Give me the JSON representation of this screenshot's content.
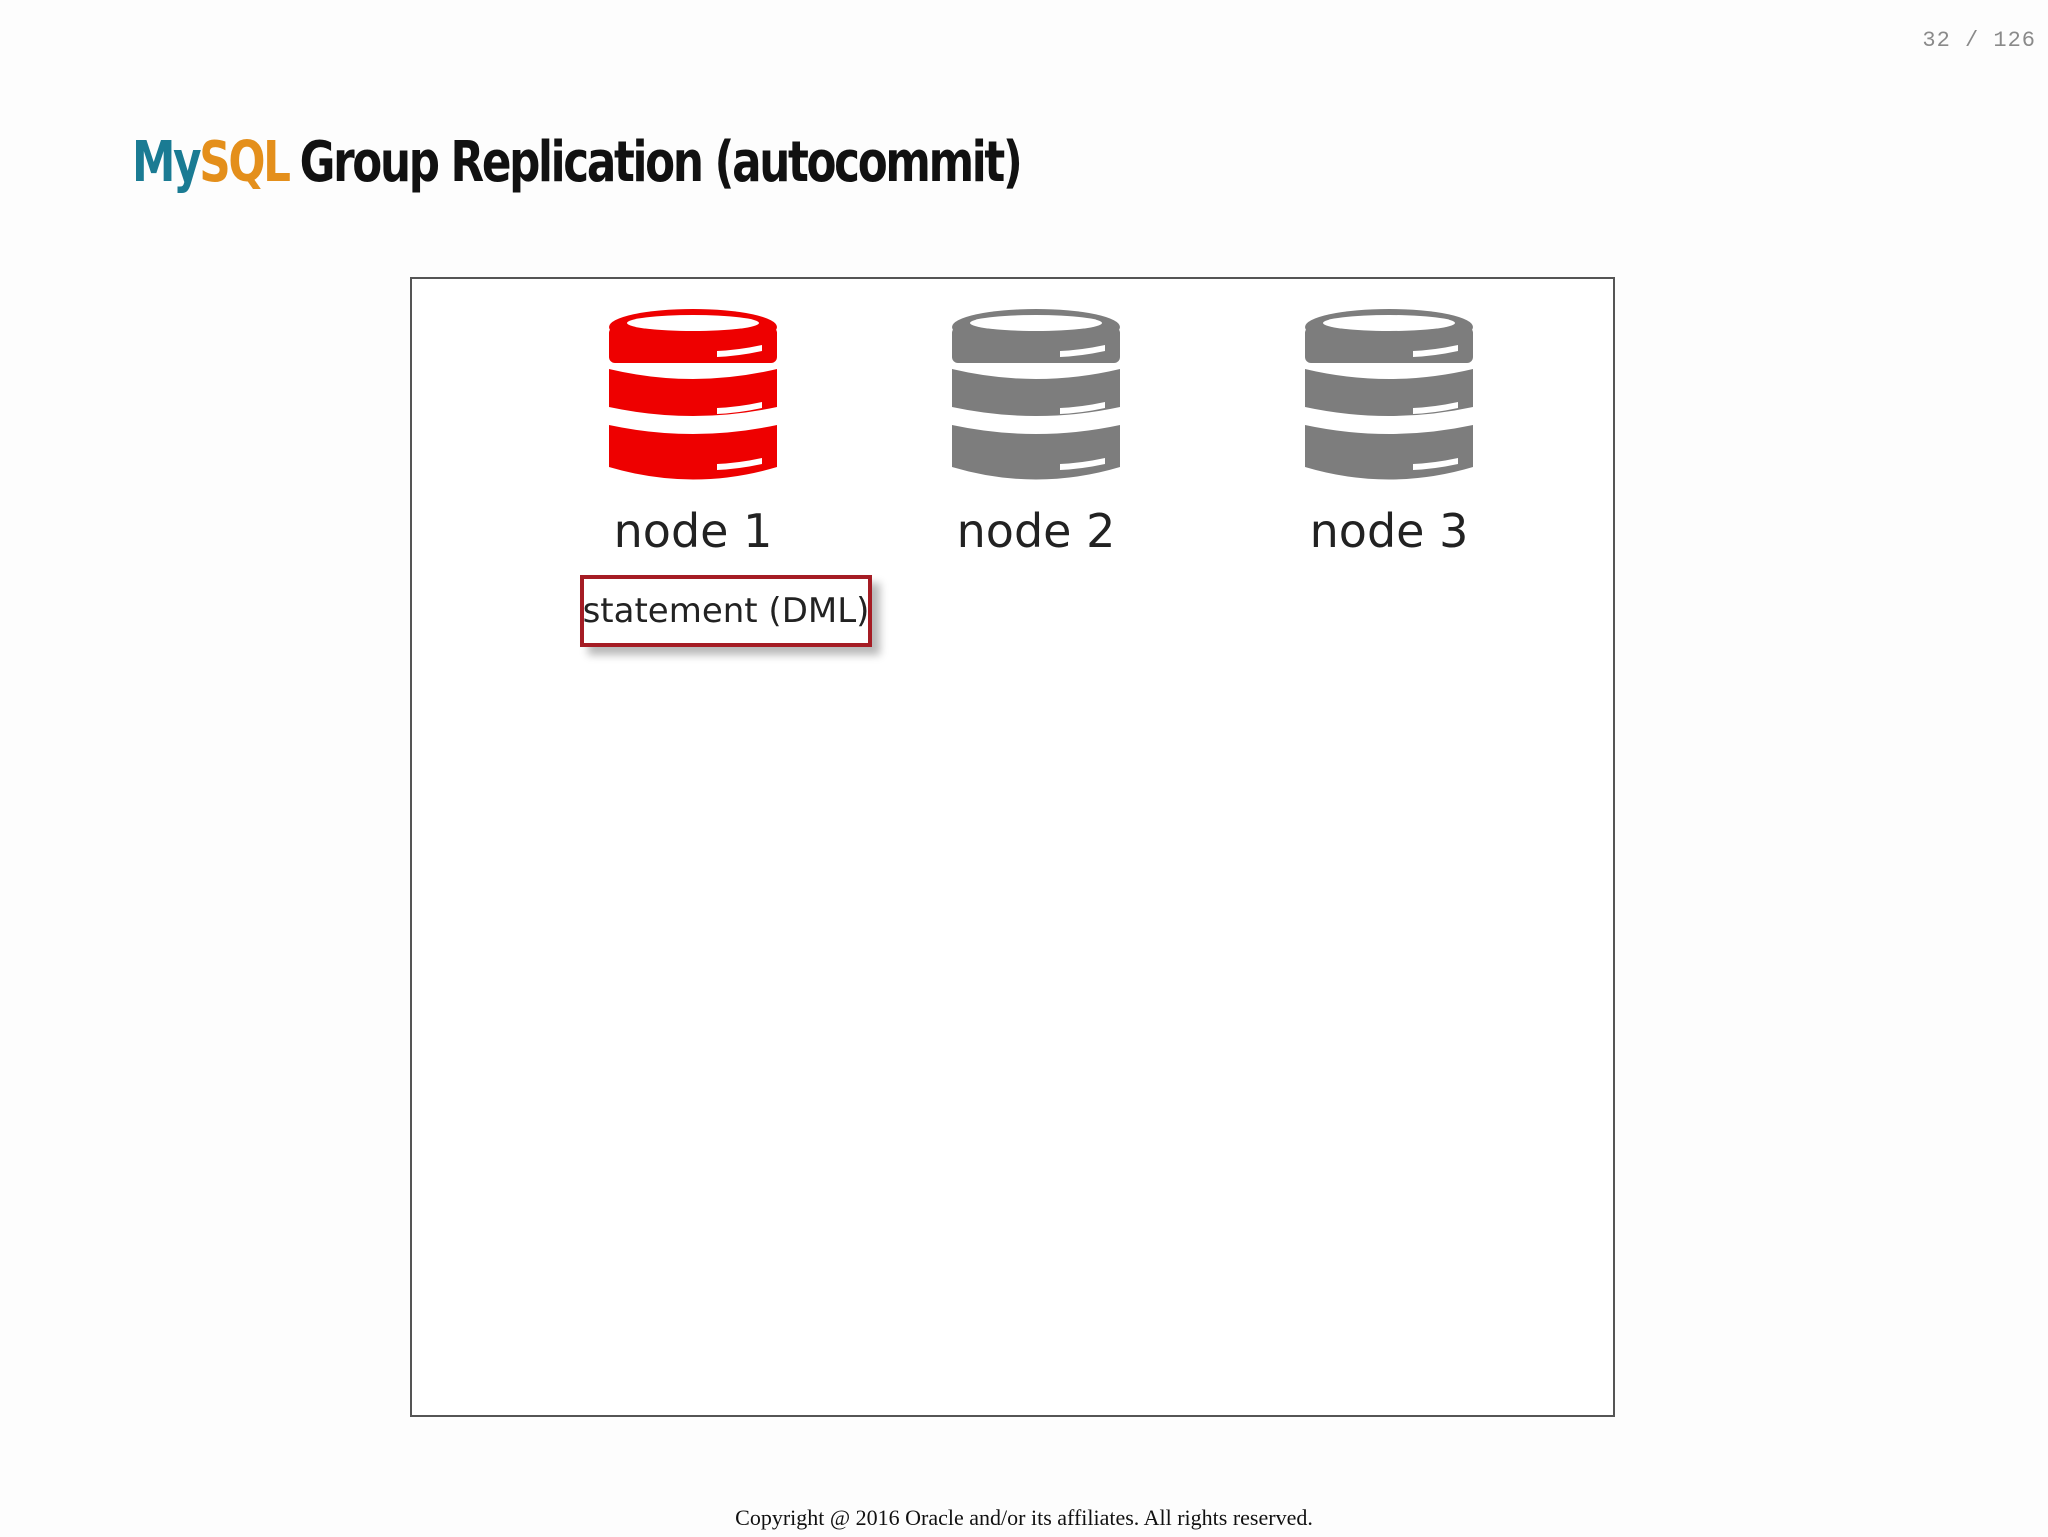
{
  "slide": {
    "counter": "32 / 126",
    "title_my": "My",
    "title_sql": "SQL",
    "title_rest": "Group Replication (autocommit)",
    "copyright": "Copyright @ 2016 Oracle and/or its affiliates. All rights reserved."
  },
  "diagram": {
    "nodes": [
      {
        "label": "node 1",
        "icon": "database-icon",
        "color": "#ee0000"
      },
      {
        "label": "node 2",
        "icon": "database-icon",
        "color": "#7d7d7d"
      },
      {
        "label": "node 3",
        "icon": "database-icon",
        "color": "#7d7d7d"
      }
    ],
    "statement": "statement (DML)",
    "statement_border_color": "#a51c24"
  }
}
